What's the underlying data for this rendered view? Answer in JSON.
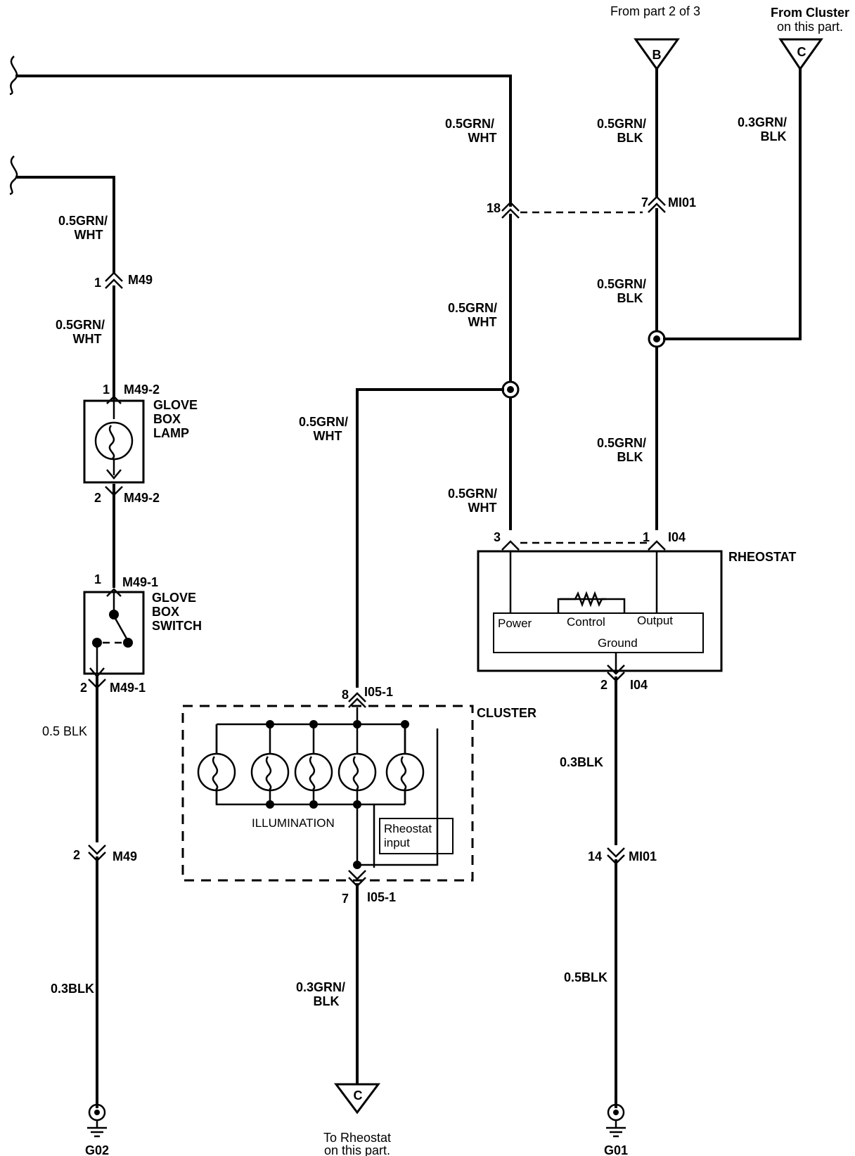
{
  "offpage": {
    "top_b_note": "From part 2 of 3",
    "top_c_note_line1": "From Cluster",
    "top_c_note_line2": "on this part.",
    "bottom_c_note_line1": "To Rheostat",
    "bottom_c_note_line2": "on this part.",
    "b_letter": "B",
    "c_letter": "C",
    "c2_letter": "C"
  },
  "wires": {
    "grn_wht": [
      "0.5GRN/",
      "WHT"
    ],
    "grn_blk": [
      "0.5GRN/",
      "BLK"
    ],
    "grn_blk_03": [
      "0.3GRN/",
      "BLK"
    ],
    "blk_05_spaced": "0.5 BLK",
    "blk_05": "0.5BLK",
    "blk_03": "0.3BLK"
  },
  "connectors": {
    "m49": "M49",
    "m49_pin1": "1",
    "m49_pin2": "2",
    "m49_2": "M49-2",
    "m49_2_pin1": "1",
    "m49_2_pin2": "2",
    "m49_1": "M49-1",
    "m49_1_pin1": "1",
    "m49_1_pin2": "2",
    "mi01": "MI01",
    "mi01_pin18": "18",
    "mi01_pin7": "7",
    "mi01_pin14": "14",
    "i04": "I04",
    "i04_pin3": "3",
    "i04_pin1": "1",
    "i04_pin2": "2",
    "i05_1": "I05-1",
    "i05_pin8": "8",
    "i05_pin7": "7"
  },
  "components": {
    "glove_box_lamp": [
      "GLOVE",
      "BOX",
      "LAMP"
    ],
    "glove_box_switch": [
      "GLOVE",
      "BOX",
      "SWITCH"
    ],
    "rheostat": {
      "title": "RHEOSTAT",
      "power": "Power",
      "control": "Control",
      "output": "Output",
      "ground": "Ground"
    },
    "cluster": {
      "title": "CLUSTER",
      "illumination": "ILLUMINATION",
      "rheostat_input": [
        "Rheostat",
        "input"
      ]
    }
  },
  "grounds": {
    "g02": "G02",
    "g01": "G01"
  }
}
